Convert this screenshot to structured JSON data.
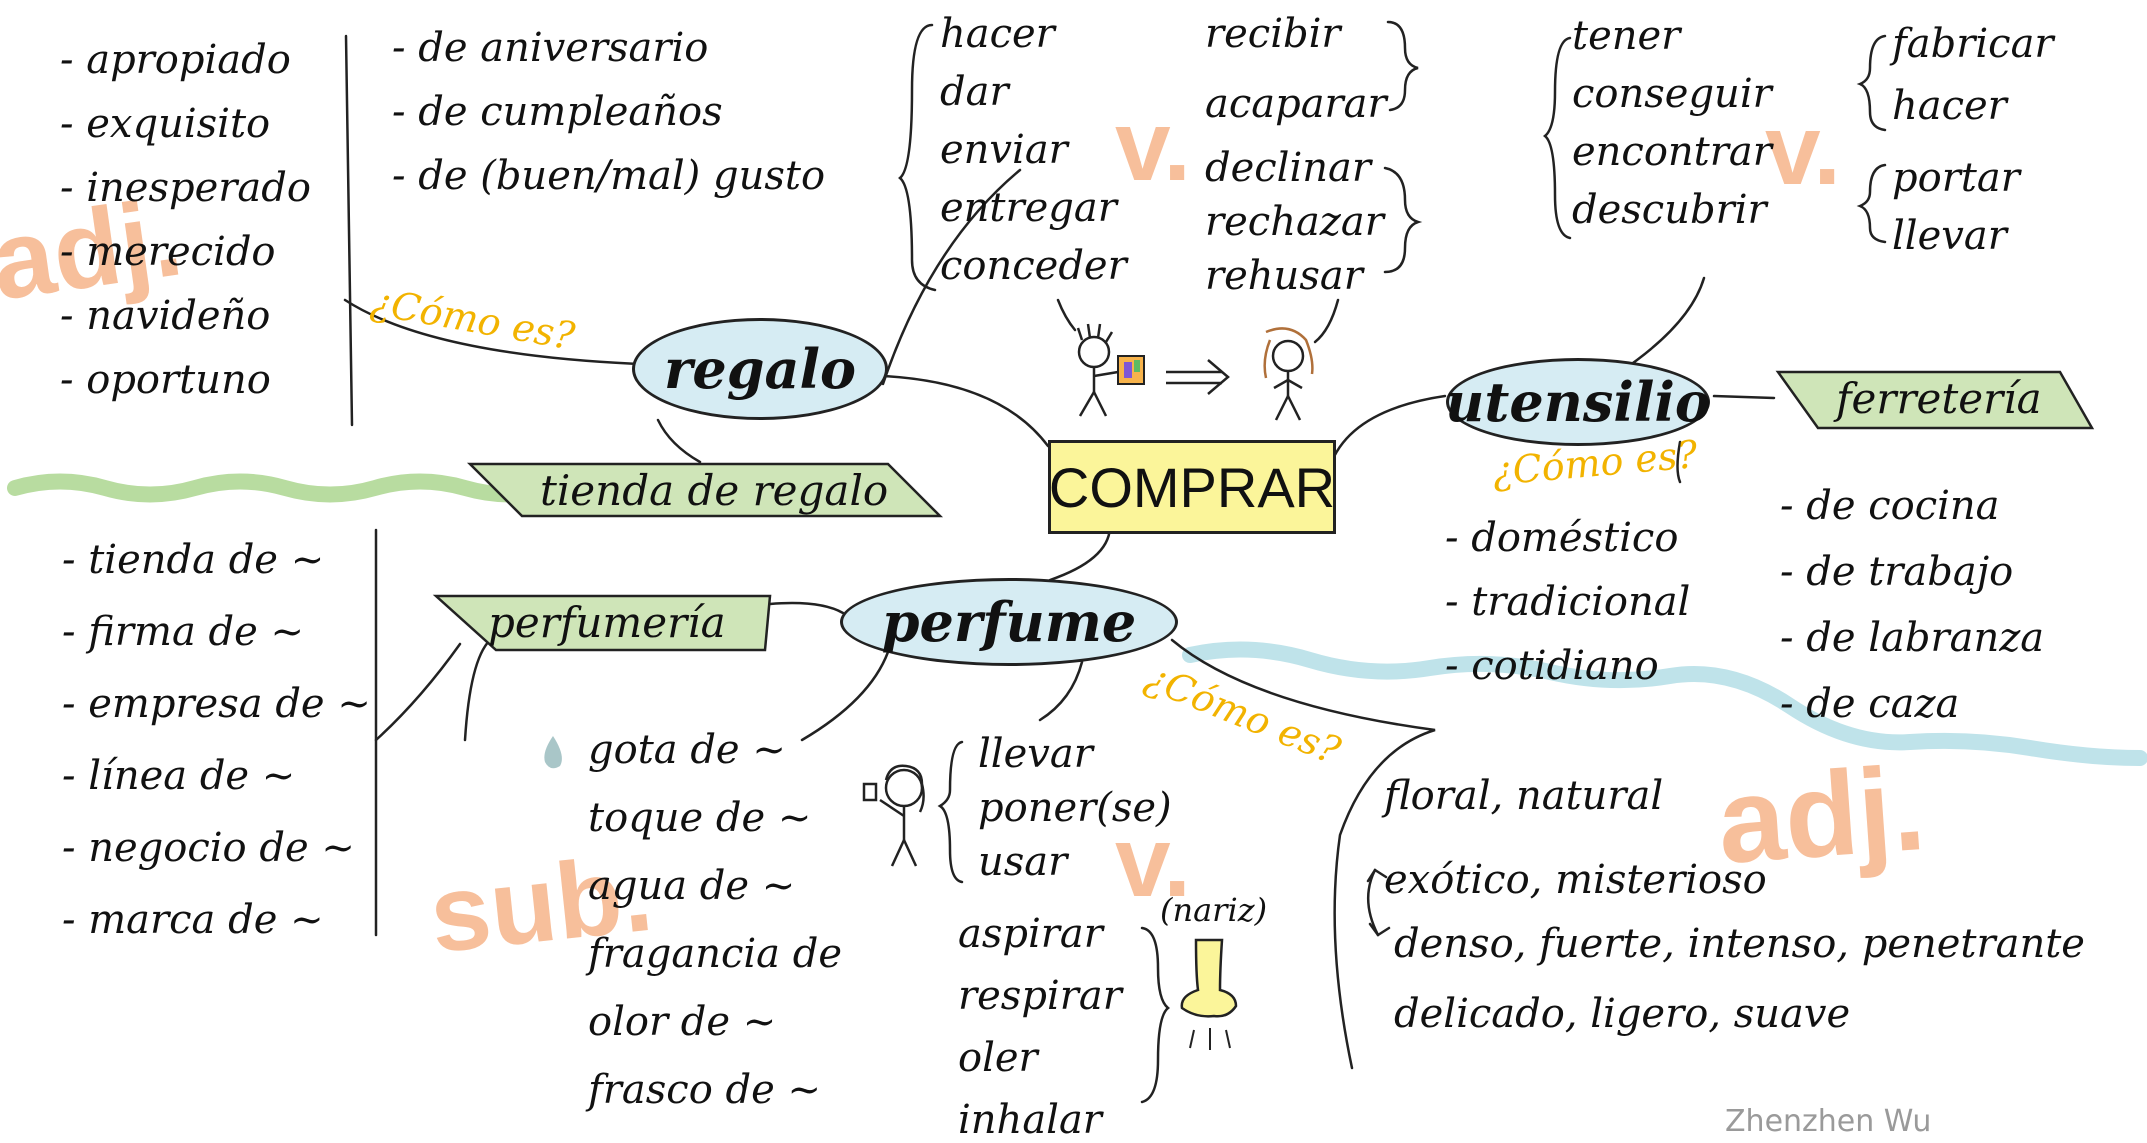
{
  "center": "COMPRAR",
  "nodes": {
    "regalo": "regalo",
    "perfume": "perfume",
    "utensilio": "utensilio",
    "tienda_regalo": "tienda de regalo",
    "perfumeria": "perfumería",
    "ferreteria": "ferretería"
  },
  "question": "¿Cómo es?",
  "highlights": {
    "adj": "adj.",
    "v": "v.",
    "sub": "sub."
  },
  "regalo_adjectives": [
    "- apropiado",
    "- exquisito",
    "- inesperado",
    "- merecido",
    "- navideño",
    "- oportuno"
  ],
  "regalo_de": [
    "- de aniversario",
    "- de cumpleaños",
    "- de (buen/mal) gusto"
  ],
  "regalo_verbs_give": [
    "hacer",
    "dar",
    "enviar",
    "entregar",
    "conceder"
  ],
  "regalo_verbs_receive_a": [
    "recibir",
    "acaparar"
  ],
  "regalo_verbs_receive_b": [
    "declinar",
    "rechazar",
    "rehusar"
  ],
  "utensilio_verbs_a": [
    "tener",
    "conseguir",
    "encontrar",
    "descubrir"
  ],
  "utensilio_verbs_b": [
    "fabricar",
    "hacer"
  ],
  "utensilio_verbs_c": [
    "portar",
    "llevar"
  ],
  "utensilio_adjectives": [
    "- doméstico",
    "- tradicional",
    "- cotidiano"
  ],
  "utensilio_de": [
    "- de cocina",
    "- de trabajo",
    "- de labranza",
    "- de caza"
  ],
  "perfume_company": [
    "- tienda de ~",
    "- firma de ~",
    "- empresa de ~",
    "- línea de ~",
    "- negocio de ~",
    "- marca de ~"
  ],
  "perfume_nouns": [
    "gota de ~",
    "toque de ~",
    "agua de ~",
    "fragancia de",
    "olor de ~",
    "frasco de ~"
  ],
  "perfume_verbs_wear": [
    "llevar",
    "poner(se)",
    "usar"
  ],
  "perfume_verbs_smell": [
    "aspirar",
    "respirar",
    "oler",
    "inhalar"
  ],
  "nose_label": "(nariz)",
  "perfume_adjectives": [
    "floral, natural",
    "exótico, misterioso",
    "denso, fuerte, intenso, penetrante",
    "delicado, ligero, suave"
  ],
  "credit": "Zhenzhen Wu",
  "colors": {
    "center_fill": "#fbf59a",
    "oval_fill": "#d6ecf3",
    "label_fill": "#cfe5b8",
    "highlight": "#f6b48a",
    "question": "#f2b300",
    "green_wave": "#b8dca0",
    "blue_wave": "#bfe3ea"
  }
}
